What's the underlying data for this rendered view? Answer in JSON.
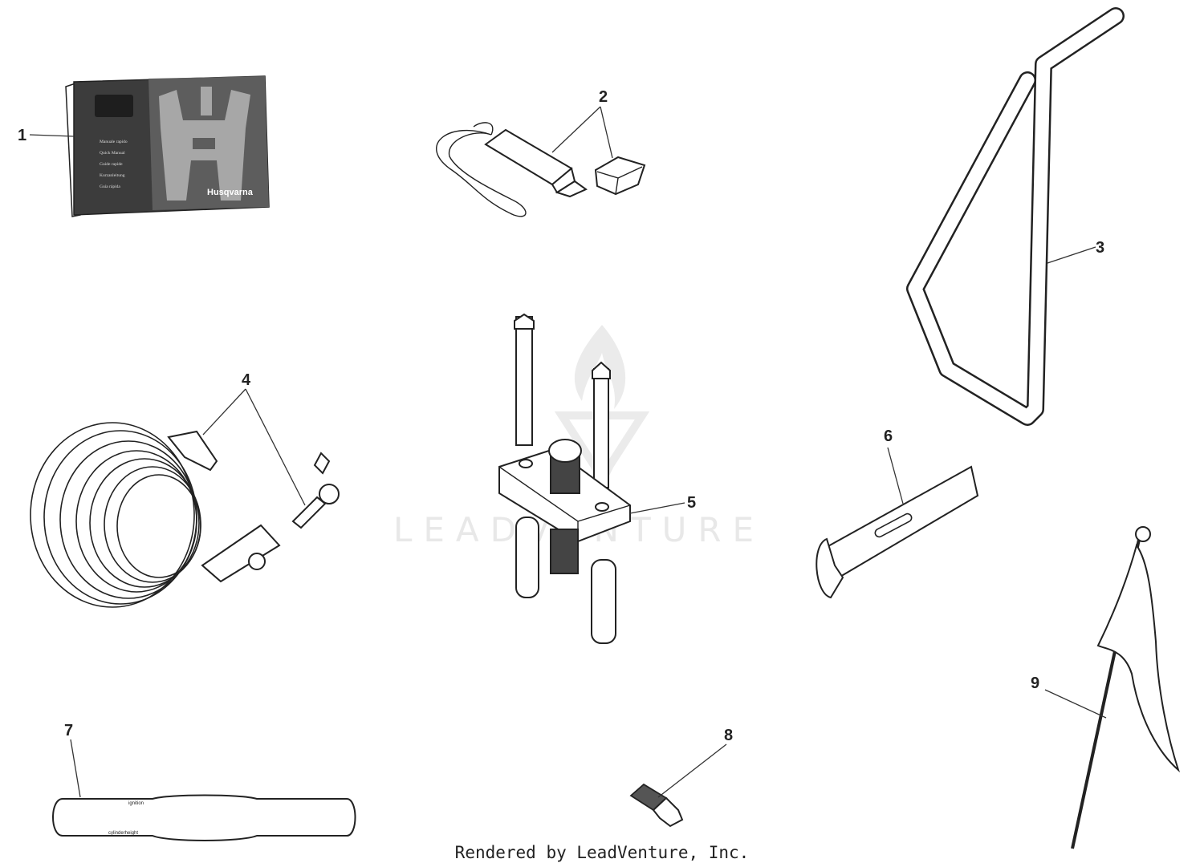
{
  "watermark": {
    "text": "LEADVENTURE"
  },
  "footer": {
    "text": "Rendered by LeadVenture, Inc."
  },
  "book": {
    "brand": "Husqvarna",
    "menu": [
      "Manuale rapido",
      "Quick Manual",
      "Guide rapide",
      "Kurzanleitung",
      "Guía rápida"
    ]
  },
  "gauge": {
    "label_top": "ignition",
    "label_bottom": "cylinderheight"
  },
  "callouts": [
    {
      "number": "1",
      "part": "operator-manual"
    },
    {
      "number": "2",
      "part": "usb-memory-stick"
    },
    {
      "number": "3",
      "part": "tow-bar"
    },
    {
      "number": "4",
      "part": "cable-lock-and-keys"
    },
    {
      "number": "5",
      "part": "puller-tool"
    },
    {
      "number": "6",
      "part": "spanner-wrench"
    },
    {
      "number": "7",
      "part": "gauge"
    },
    {
      "number": "8",
      "part": "screw"
    },
    {
      "number": "9",
      "part": "safety-flag"
    }
  ]
}
